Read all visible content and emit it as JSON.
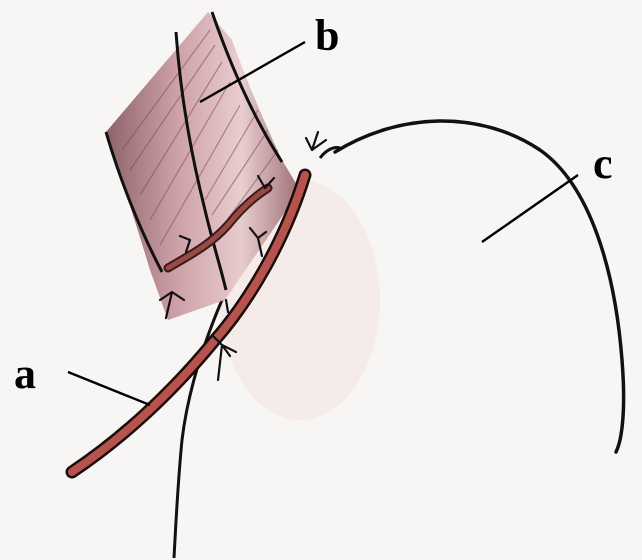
{
  "labels": {
    "a": "a",
    "b": "b",
    "c": "c"
  },
  "colors": {
    "paper": "#f7f6f5",
    "ink": "#111111",
    "vessel_fill": "#b5534c",
    "muscle_fill": "#c79a9f",
    "label": "#000000"
  }
}
